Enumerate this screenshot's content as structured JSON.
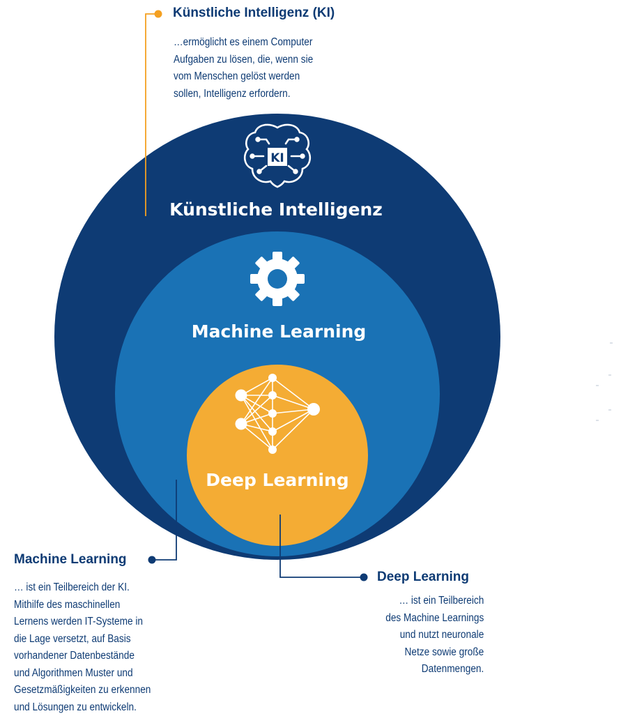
{
  "colors": {
    "ki_circle": "#0e3b74",
    "ml_circle": "#1a72b5",
    "dl_circle": "#f4ac34",
    "accent_orange": "#f4a021",
    "text": "#0e3b74",
    "white": "#ffffff"
  },
  "circles": {
    "ki": {
      "label": "Künstliche Intelligenz",
      "icon_text": "KI",
      "icon": "brain-icon"
    },
    "ml": {
      "label": "Machine Learning",
      "icon": "gear-icon"
    },
    "dl": {
      "label": "Deep Learning",
      "icon": "neural-network-icon"
    }
  },
  "callouts": {
    "ki": {
      "title": "Künstliche Intelligenz (KI)",
      "lines": [
        "…ermöglicht es einem Computer",
        "Aufgaben zu lösen, die, wenn sie",
        "vom Menschen gelöst werden",
        "sollen, Intelligenz erfordern."
      ]
    },
    "ml": {
      "title": "Machine Learning",
      "lines": [
        "… ist ein Teilbereich der KI.",
        "Mithilfe des maschinellen",
        "Lernens werden IT-Systeme in",
        "die Lage versetzt, auf Basis",
        "vorhandener Datenbestände",
        "und Algorithmen Muster und",
        "Gesetzmäßigkeiten zu erkennen",
        "und Lösungen zu entwickeln."
      ]
    },
    "dl": {
      "title": "Deep Learning",
      "lines": [
        "… ist ein Teilbereich",
        "des Machine Learnings",
        "und nutzt neuronale",
        "Netze sowie große",
        "Datenmengen."
      ]
    }
  }
}
